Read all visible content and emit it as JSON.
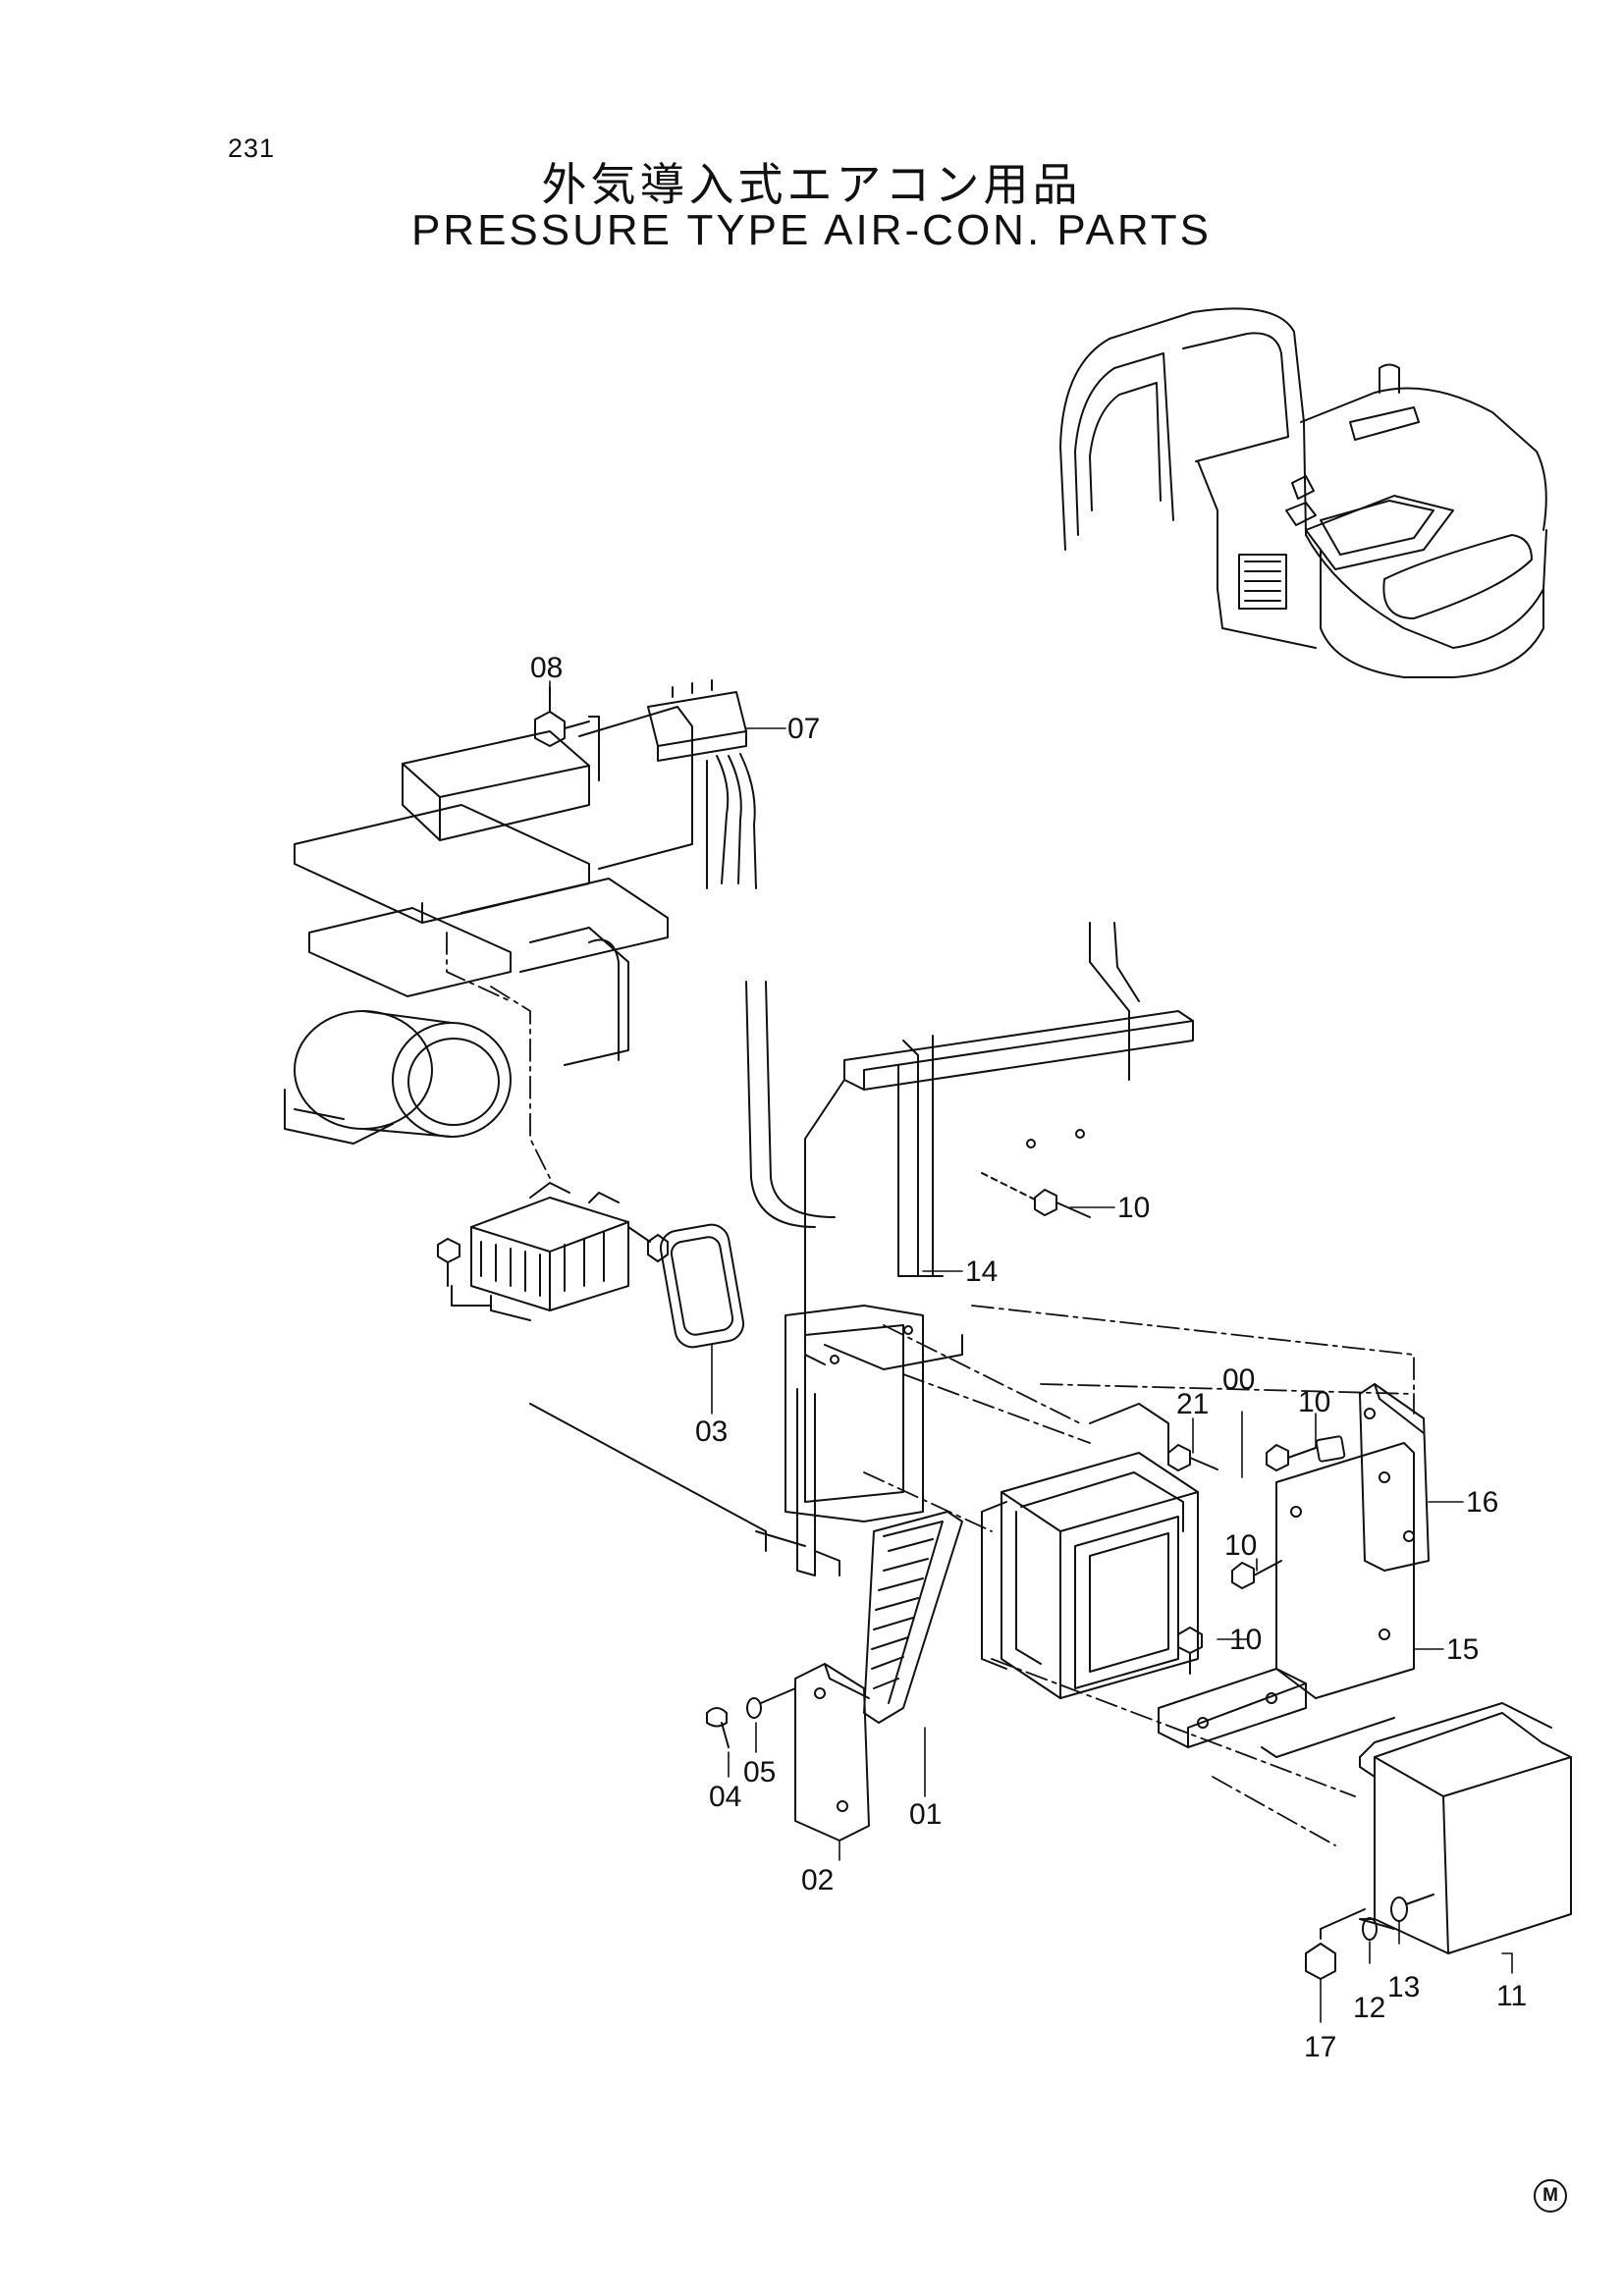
{
  "page_number": "231",
  "title_jp": "外気導入式エアコン用品",
  "title_en": "PRESSURE TYPE AIR-CON. PARTS",
  "callouts": {
    "p00": "00",
    "p01": "01",
    "p02": "02",
    "p03": "03",
    "p04": "04",
    "p05": "05",
    "p07": "07",
    "p08": "08",
    "p10a": "10",
    "p10b": "10",
    "p10c": "10",
    "p10d": "10",
    "p11": "11",
    "p12": "12",
    "p13": "13",
    "p14": "14",
    "p15": "15",
    "p16": "16",
    "p17": "17",
    "p21": "21"
  },
  "corner_mark": "M"
}
